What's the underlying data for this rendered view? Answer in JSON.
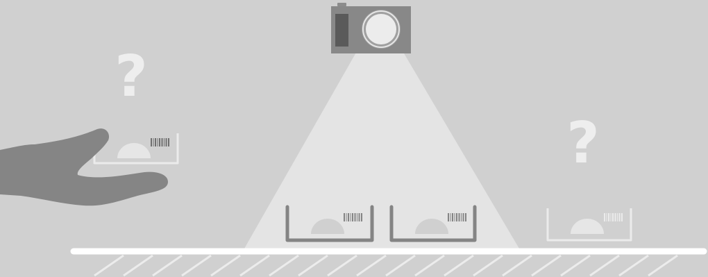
{
  "illustration": {
    "question_mark": "?",
    "objects": {
      "camera": "camera-icon",
      "light_cone": "camera-field-of-view",
      "hand": "hand-icon",
      "tray": "tray-with-dome-and-barcode-icon",
      "ground": "floor-line-with-hatching"
    },
    "trays_in_view": 2,
    "trays_out_of_view": 2,
    "colors": {
      "background": "#d0d0d0",
      "camera_body": "#888888",
      "camera_lens": "#ececec",
      "light_cone": "#e4e4e4",
      "hand": "#858585",
      "tray_in_view": "#848484",
      "tray_out_of_view": "#ebebeb",
      "question_mark": "#eeeeee",
      "floor": "#ffffff"
    }
  }
}
